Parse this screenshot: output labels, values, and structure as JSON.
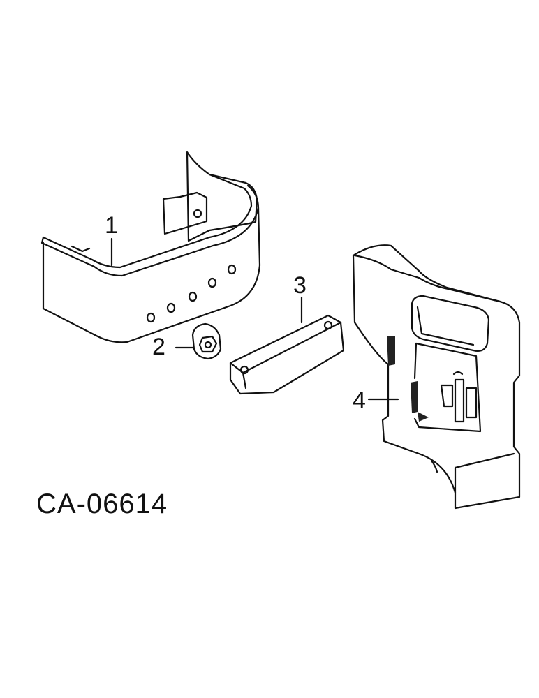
{
  "callouts": {
    "part1": "1",
    "part2": "2",
    "part3": "3",
    "part4": "4"
  },
  "figure_code": "CA-06614",
  "colors": {
    "line": "#111111",
    "fill": "#ffffff",
    "dark": "#222222"
  }
}
